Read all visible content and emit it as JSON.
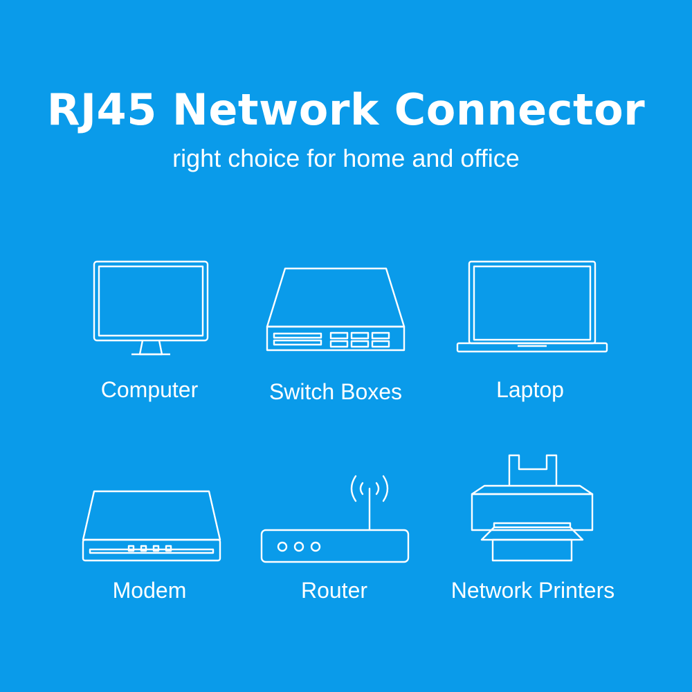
{
  "header": {
    "title": "RJ45 Network Connector",
    "subtitle": "right choice for home and office"
  },
  "devices": [
    {
      "label": "Computer",
      "icon": "monitor-icon"
    },
    {
      "label": "Switch Boxes",
      "icon": "switch-box-icon"
    },
    {
      "label": "Laptop",
      "icon": "laptop-icon"
    },
    {
      "label": "Modem",
      "icon": "modem-icon"
    },
    {
      "label": "Router",
      "icon": "router-icon"
    },
    {
      "label": "Network Printers",
      "icon": "printer-icon"
    }
  ],
  "colors": {
    "background": "#0a9bea",
    "foreground": "#ffffff"
  }
}
